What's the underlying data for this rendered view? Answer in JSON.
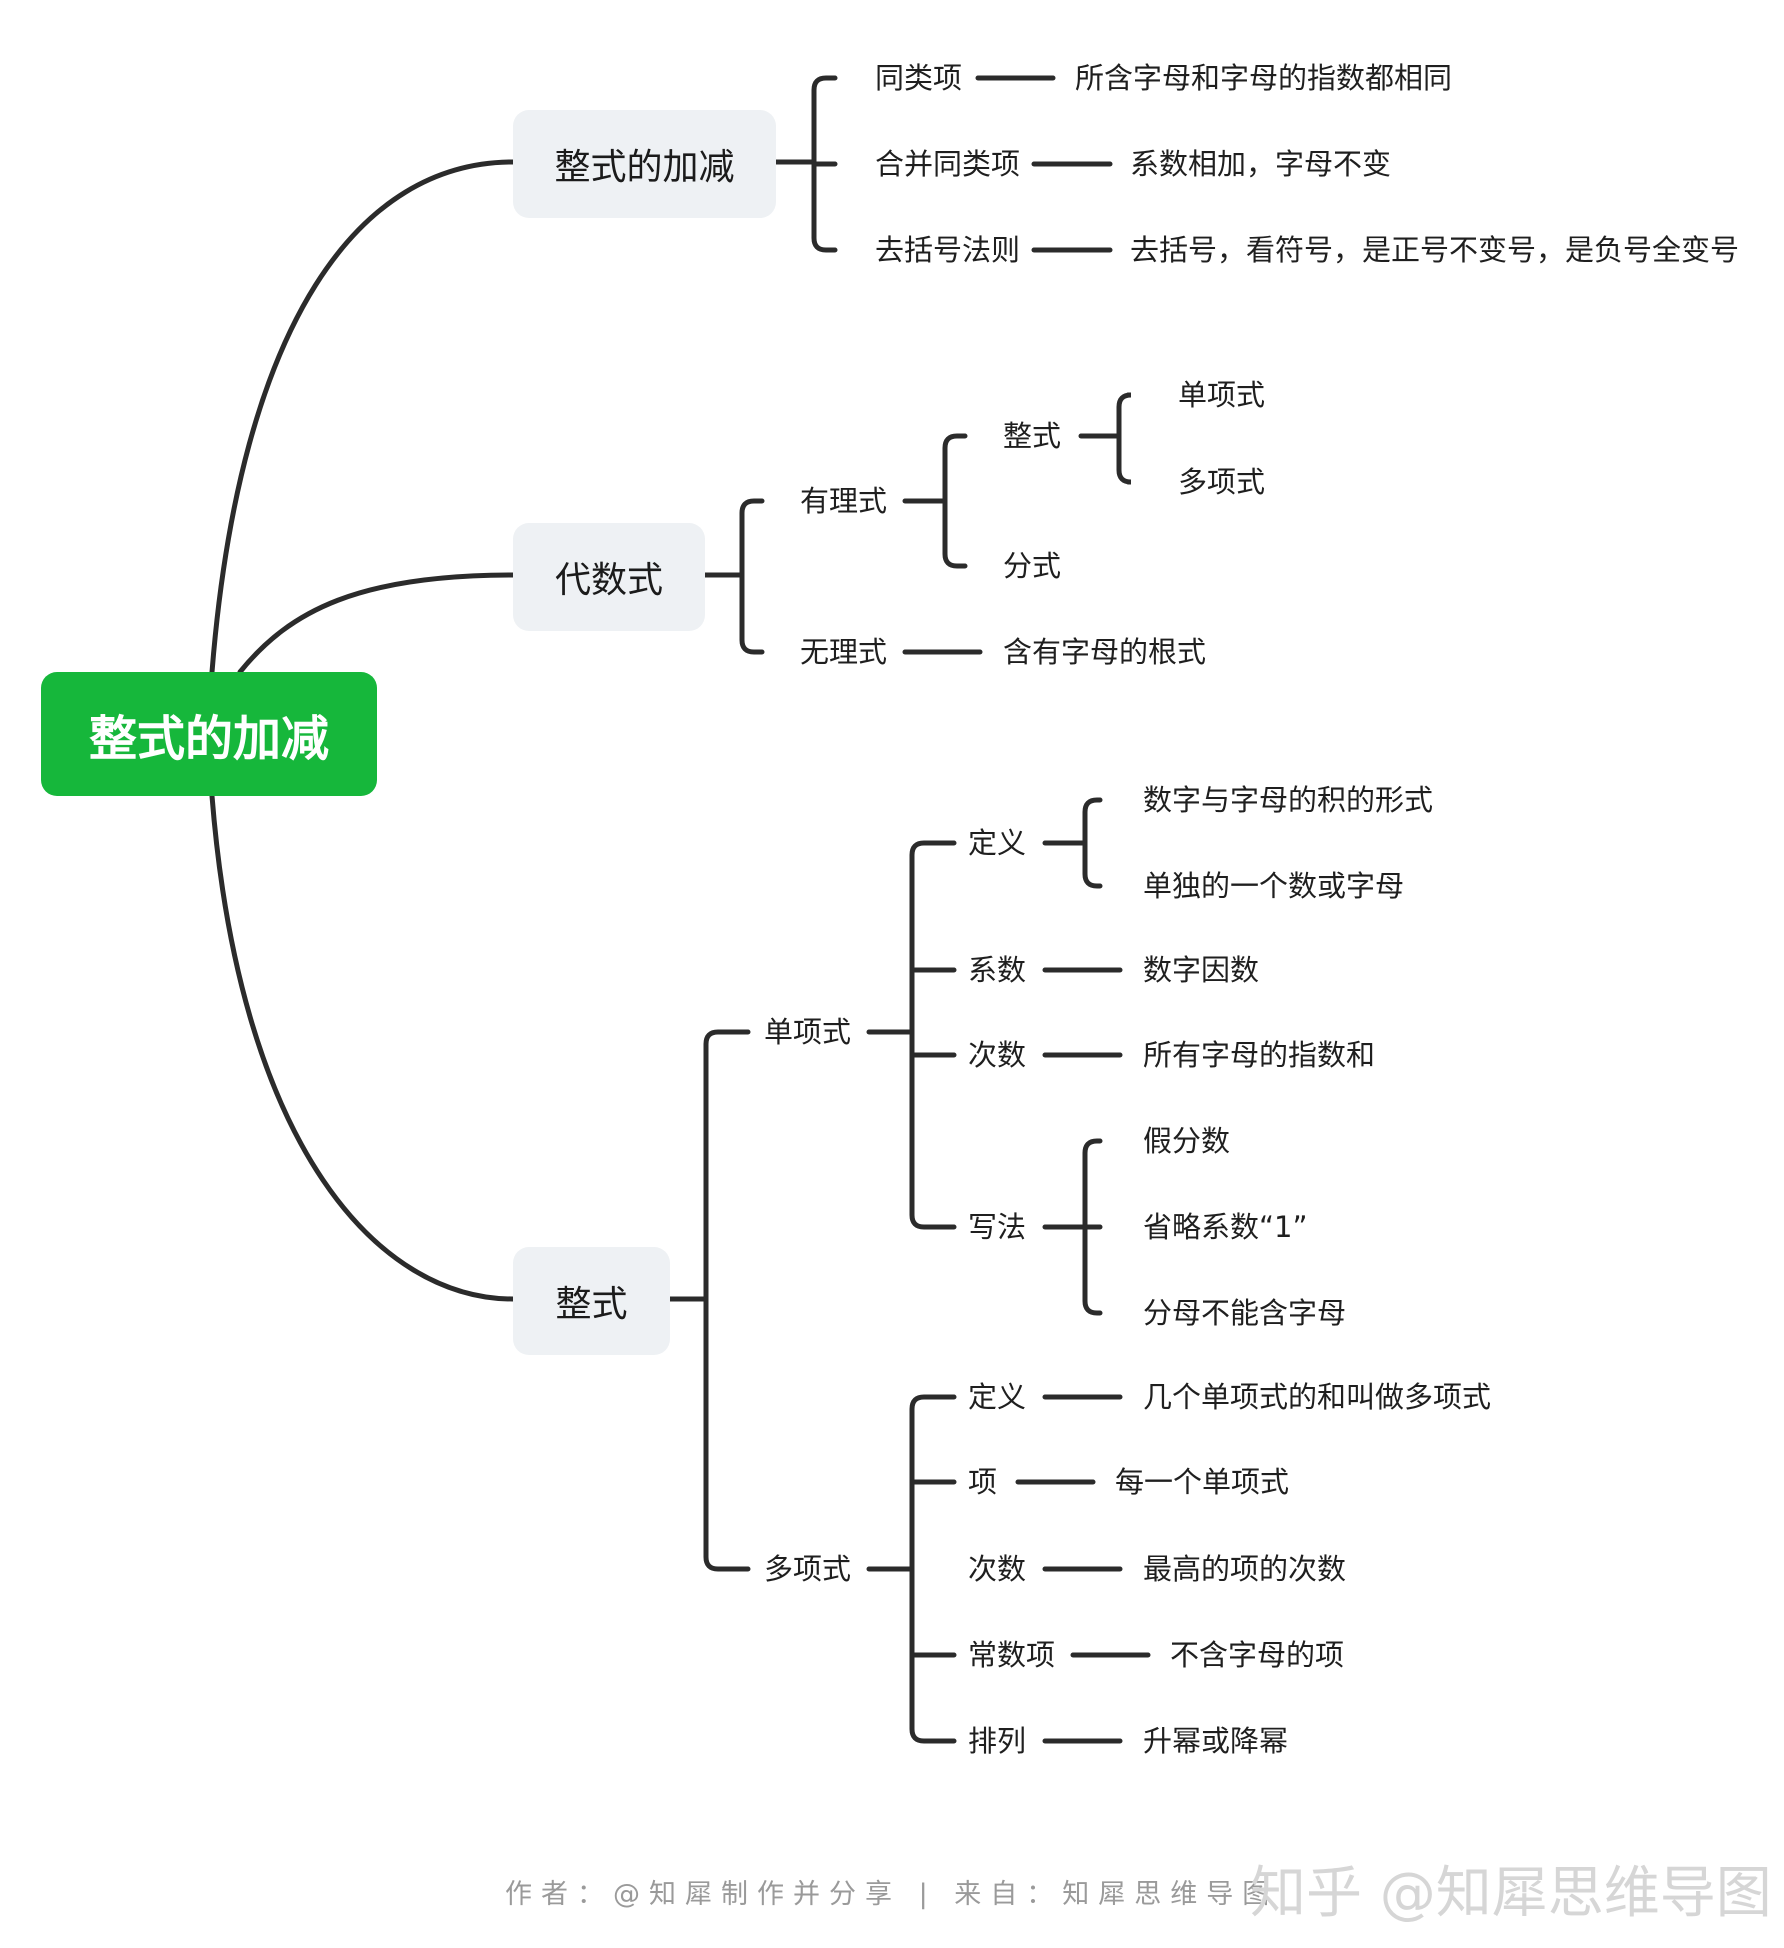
{
  "root": "整式的加减",
  "branch_addsub": {
    "title": "整式的加减",
    "items": [
      {
        "label": "同类项",
        "detail": "所含字母和字母的指数都相同"
      },
      {
        "label": "合并同类项",
        "detail": "系数相加，字母不变"
      },
      {
        "label": "去括号法则",
        "detail": "去括号，看符号，是正号不变号，是负号全变号"
      }
    ]
  },
  "branch_algebraic": {
    "title": "代数式",
    "rational": {
      "label": "有理式",
      "integral": {
        "label": "整式",
        "children": [
          "单项式",
          "多项式"
        ]
      },
      "fraction": "分式"
    },
    "irrational": {
      "label": "无理式",
      "detail": "含有字母的根式"
    }
  },
  "branch_integral": {
    "title": "整式",
    "monomial": {
      "label": "单项式",
      "definition": {
        "label": "定义",
        "children": [
          "数字与字母的积的形式",
          "单独的一个数或字母"
        ]
      },
      "coefficient": {
        "label": "系数",
        "detail": "数字因数"
      },
      "degree": {
        "label": "次数",
        "detail": "所有字母的指数和"
      },
      "notation": {
        "label": "写法",
        "children": [
          "假分数",
          "省略系数“1”",
          "分母不能含字母"
        ]
      }
    },
    "polynomial": {
      "label": "多项式",
      "items": [
        {
          "label": "定义",
          "detail": "几个单项式的和叫做多项式"
        },
        {
          "label": "项",
          "detail": "每一个单项式"
        },
        {
          "label": "次数",
          "detail": "最高的项的次数"
        },
        {
          "label": "常数项",
          "detail": "不含字母的项"
        },
        {
          "label": "排列",
          "detail": "升幂或降幂"
        }
      ]
    }
  },
  "footer": "作者：@知犀制作并分享 | 来自：知犀思维导图",
  "watermark": "知乎 @知犀思维导图",
  "colors": {
    "root_fill": "#16b73b",
    "box_fill": "#eef1f4",
    "line": "#2b2b2b"
  }
}
